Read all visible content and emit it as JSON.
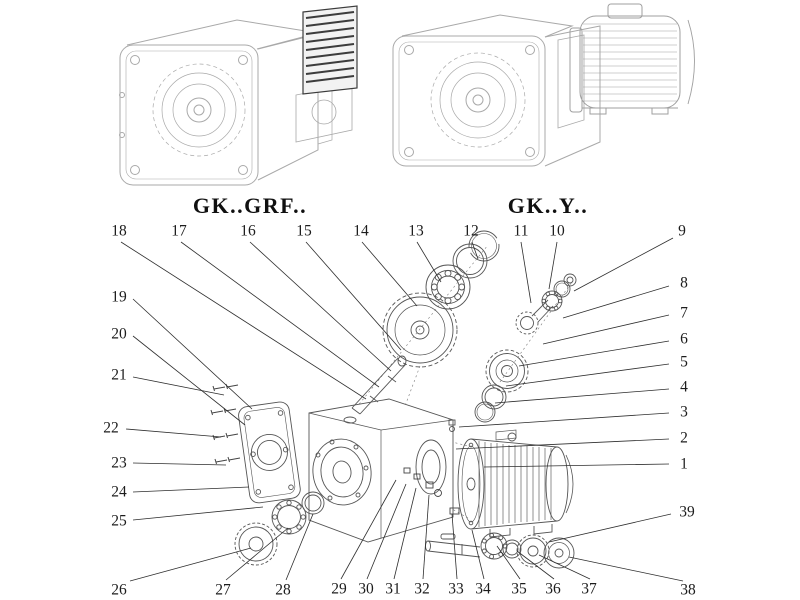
{
  "diagram": {
    "left_model_label": "GK..GRF..",
    "right_model_label": "GK..Y.."
  },
  "callouts": {
    "c1": "1",
    "c2": "2",
    "c3": "3",
    "c4": "4",
    "c5": "5",
    "c6": "6",
    "c7": "7",
    "c8": "8",
    "c9": "9",
    "c10": "10",
    "c11": "11",
    "c12": "12",
    "c13": "13",
    "c14": "14",
    "c15": "15",
    "c16": "16",
    "c17": "17",
    "c18": "18",
    "c19": "19",
    "c20": "20",
    "c21": "21",
    "c22": "22",
    "c23": "23",
    "c24": "24",
    "c25": "25",
    "c26": "26",
    "c27": "27",
    "c28": "28",
    "c29": "29",
    "c30": "30",
    "c31": "31",
    "c32": "32",
    "c33": "33",
    "c34": "34",
    "c35": "35",
    "c36": "36",
    "c37": "37",
    "c38": "38",
    "c39": "39"
  }
}
